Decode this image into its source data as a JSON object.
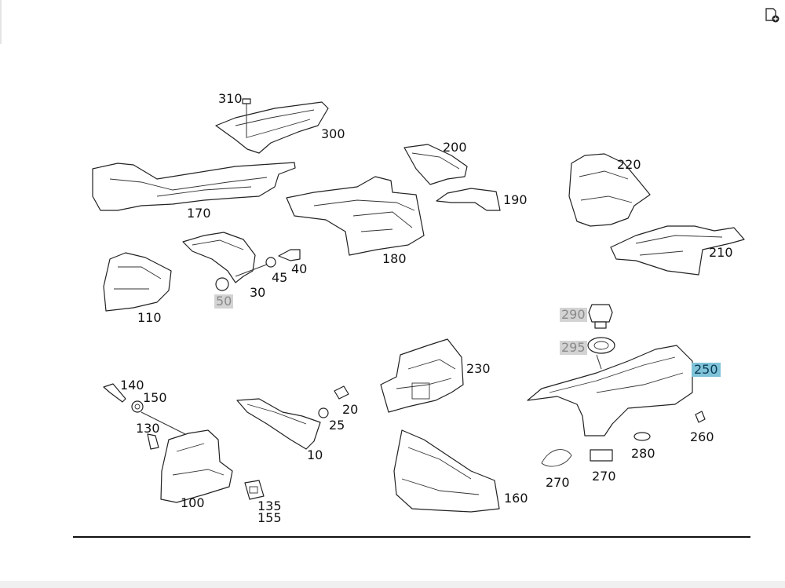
{
  "toolbar": {
    "add_icon": "document-add-icon"
  },
  "diagram": {
    "callouts": [
      {
        "id": "310",
        "label": "310",
        "state": "normal"
      },
      {
        "id": "300",
        "label": "300",
        "state": "normal"
      },
      {
        "id": "200",
        "label": "200",
        "state": "normal"
      },
      {
        "id": "220",
        "label": "220",
        "state": "normal"
      },
      {
        "id": "190",
        "label": "190",
        "state": "normal"
      },
      {
        "id": "170",
        "label": "170",
        "state": "normal"
      },
      {
        "id": "210",
        "label": "210",
        "state": "normal"
      },
      {
        "id": "180",
        "label": "180",
        "state": "normal"
      },
      {
        "id": "40",
        "label": "40",
        "state": "normal"
      },
      {
        "id": "45",
        "label": "45",
        "state": "normal"
      },
      {
        "id": "30",
        "label": "30",
        "state": "normal"
      },
      {
        "id": "50",
        "label": "50",
        "state": "unavailable"
      },
      {
        "id": "110",
        "label": "110",
        "state": "normal"
      },
      {
        "id": "290",
        "label": "290",
        "state": "unavailable"
      },
      {
        "id": "295",
        "label": "295",
        "state": "unavailable"
      },
      {
        "id": "250",
        "label": "250",
        "state": "selected"
      },
      {
        "id": "230",
        "label": "230",
        "state": "normal"
      },
      {
        "id": "140",
        "label": "140",
        "state": "normal"
      },
      {
        "id": "150",
        "label": "150",
        "state": "normal"
      },
      {
        "id": "130",
        "label": "130",
        "state": "normal"
      },
      {
        "id": "20",
        "label": "20",
        "state": "normal"
      },
      {
        "id": "25",
        "label": "25",
        "state": "normal"
      },
      {
        "id": "10",
        "label": "10",
        "state": "normal"
      },
      {
        "id": "260",
        "label": "260",
        "state": "normal"
      },
      {
        "id": "280",
        "label": "280",
        "state": "normal"
      },
      {
        "id": "270a",
        "label": "270",
        "state": "normal"
      },
      {
        "id": "270b",
        "label": "270",
        "state": "normal"
      },
      {
        "id": "160",
        "label": "160",
        "state": "normal"
      },
      {
        "id": "100",
        "label": "100",
        "state": "normal"
      },
      {
        "id": "135",
        "label": "135",
        "state": "normal"
      },
      {
        "id": "155",
        "label": "155",
        "state": "normal"
      }
    ]
  },
  "colors": {
    "selected_highlight": "#7fc3d9",
    "unavailable_highlight": "#d3d3d3",
    "line": "#222222"
  }
}
